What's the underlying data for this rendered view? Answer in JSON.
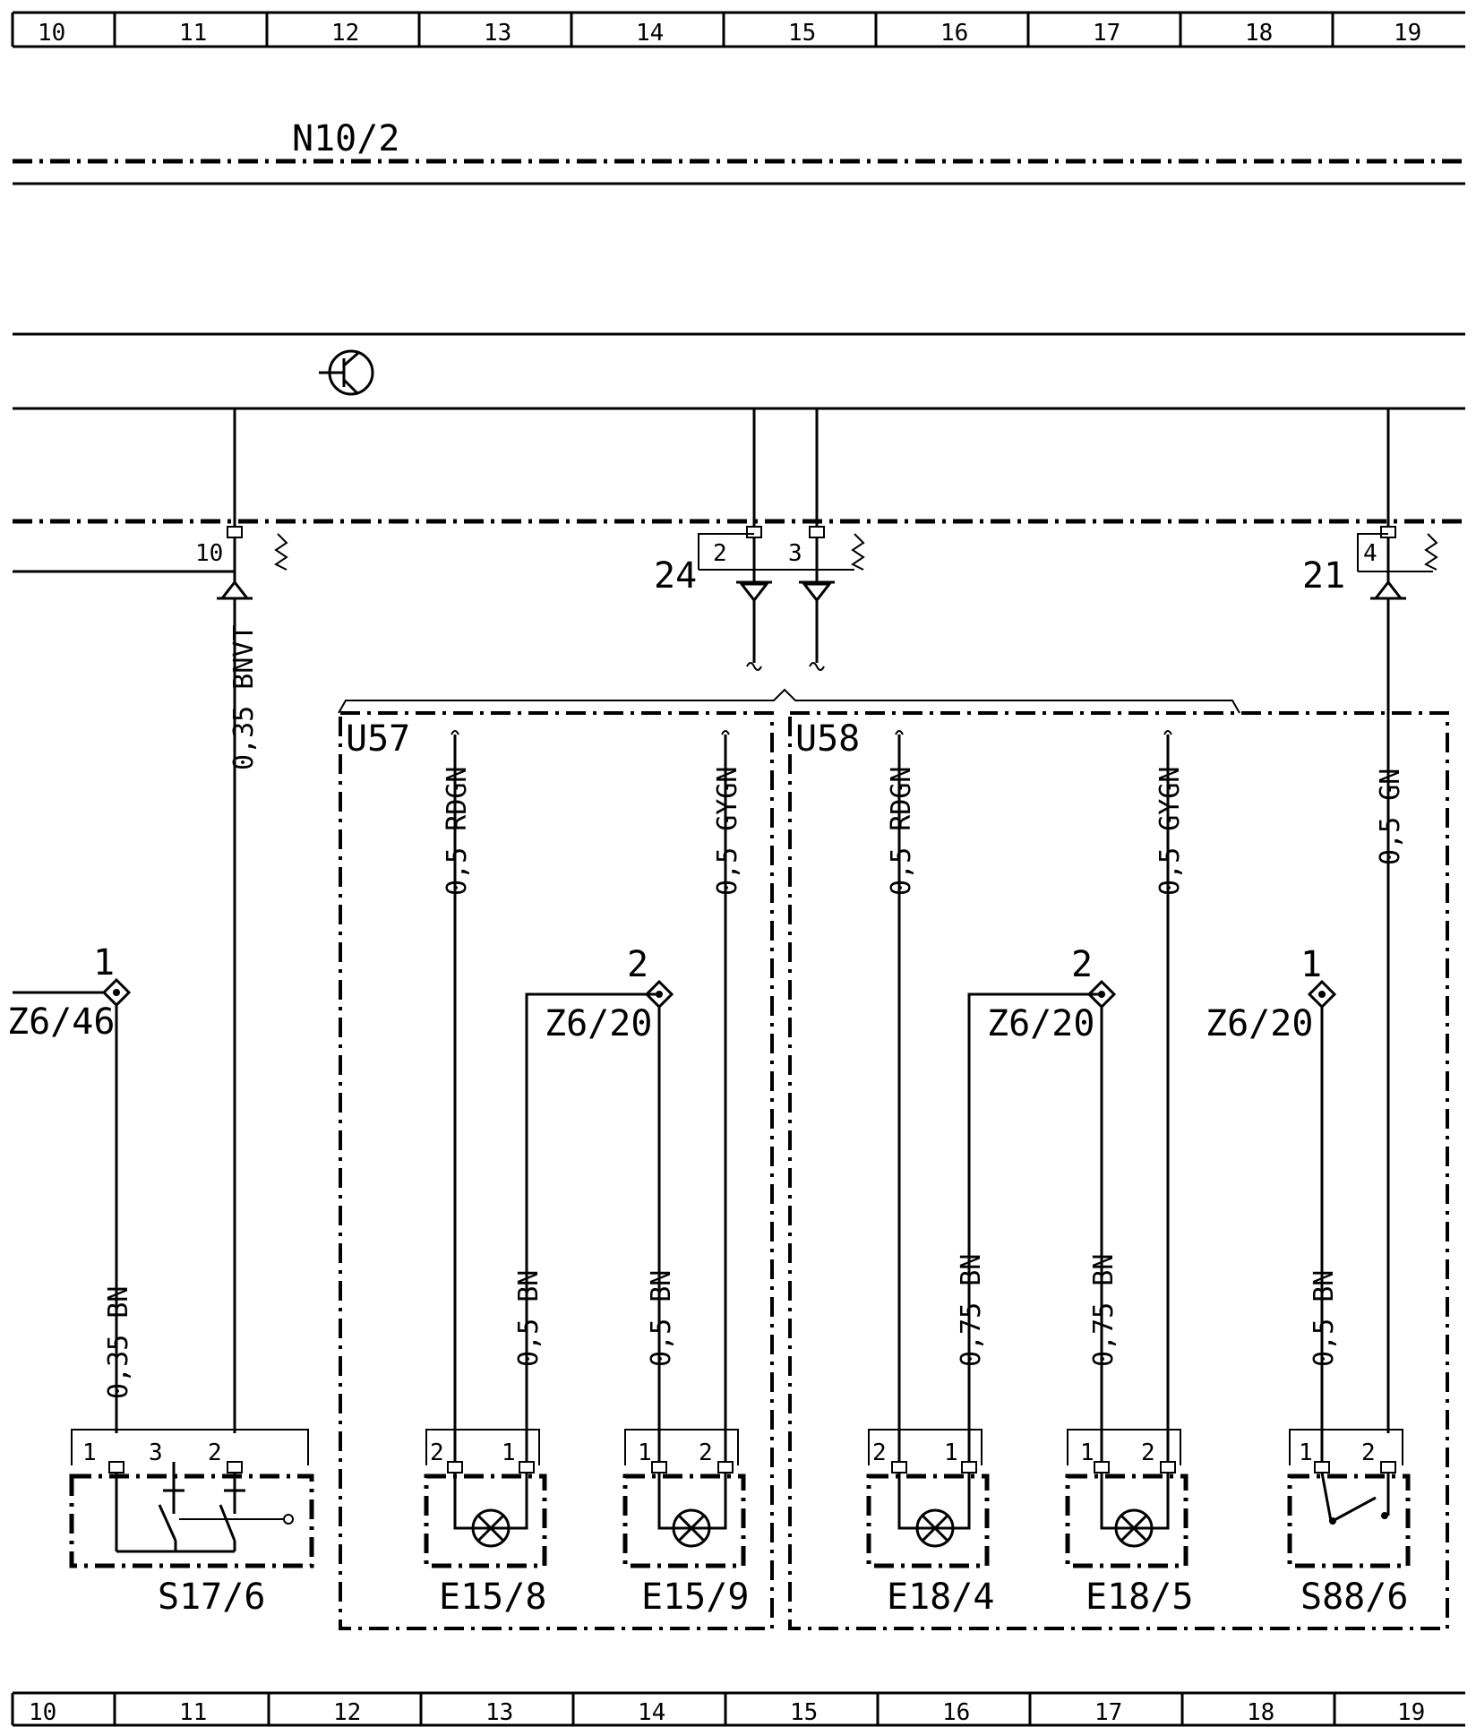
{
  "ruler": {
    "cells": [
      "10",
      "11",
      "12",
      "13",
      "14",
      "15",
      "16",
      "17",
      "18",
      "19"
    ]
  },
  "module": {
    "name": "N10/2"
  },
  "connectors": {
    "left_pin": "10",
    "mid_pin_a": "2",
    "mid_pin_b": "3",
    "mid_conn": "24",
    "right_pin": "4",
    "right_conn": "21"
  },
  "groups": {
    "left": "U57",
    "right": "U58"
  },
  "wires": {
    "w_bnvt": "0,35 BNVT",
    "w_bn_left": "0,35 BN",
    "w_rdgn_1": "0,5 RDGN",
    "w_bn_1": "0,5 BN",
    "w_bn_2": "0,5 BN",
    "w_gygn_1": "0,5 GYGN",
    "w_rdgn_2": "0,5 RDGN",
    "w_bn_3": "0,75 BN",
    "w_bn_4": "0,75 BN",
    "w_gygn_2": "0,5 GYGN",
    "w_bn_5": "0,5 BN",
    "w_gn": "0,5 GN"
  },
  "grounds": {
    "g1_label": "Z6/46",
    "g1_pin": "1",
    "g2_label": "Z6/20",
    "g2_pin": "2",
    "g3_label": "Z6/20",
    "g3_pin": "2",
    "g4_label": "Z6/20",
    "g4_pin": "1"
  },
  "components": {
    "s17_6": {
      "name": "S17/6",
      "pins": [
        "1",
        "3",
        "2"
      ]
    },
    "e15_8": {
      "name": "E15/8",
      "pins": [
        "2",
        "1"
      ]
    },
    "e15_9": {
      "name": "E15/9",
      "pins": [
        "1",
        "2"
      ]
    },
    "e18_4": {
      "name": "E18/4",
      "pins": [
        "2",
        "1"
      ]
    },
    "e18_5": {
      "name": "E18/5",
      "pins": [
        "1",
        "2"
      ]
    },
    "s88_6": {
      "name": "S88/6",
      "pins": [
        "1",
        "2"
      ]
    }
  }
}
